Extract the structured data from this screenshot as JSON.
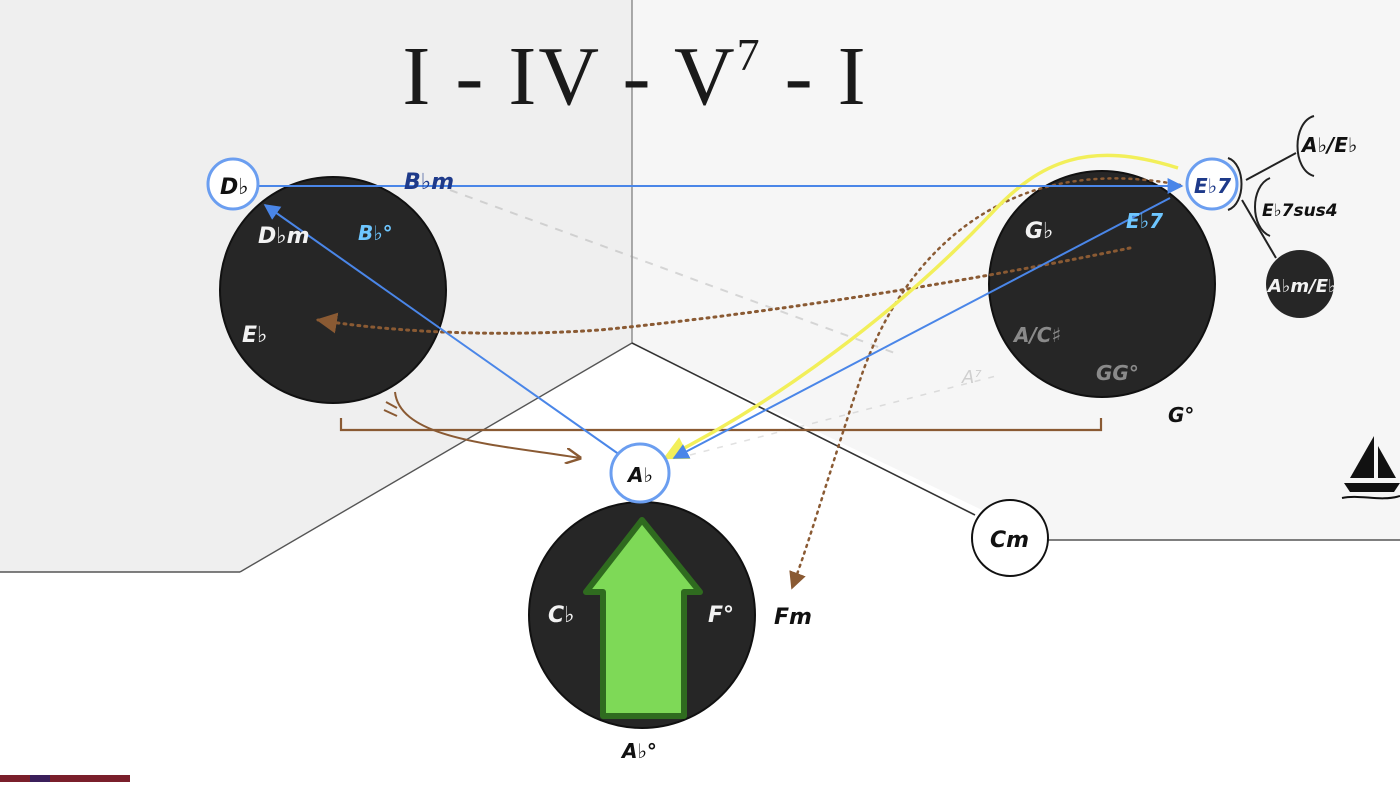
{
  "title": {
    "main": "I - IV - V",
    "sup": "7",
    "end": " - I"
  },
  "chords": {
    "top_left": "D♭",
    "d_minor_inner": "D♭m",
    "b_minor_top": "B♭m",
    "b_dim": "B♭°",
    "e_flat_left": "E♭",
    "e7_top": "E♭7",
    "g_flat": "G♭",
    "e7_inner": "E♭7",
    "a_c_sharp": "A/C♯",
    "gg_dim": "GG°",
    "g_dim": "G°",
    "a_over_e": "A♭/E♭",
    "e7sus4": "E♭7sus4",
    "am_over_e": "A♭m/E♭",
    "cm": "Cm",
    "a_flat": "A♭",
    "c_flat": "C♭",
    "f_dim": "F°",
    "fm": "Fm",
    "a_flat_dim": "A♭°",
    "faint_a7": "A⁷"
  },
  "colors": {
    "arrow_blue": "#4a86e8",
    "arrow_yellow": "#f2ef5a",
    "arrow_brown": "#8a5a33",
    "big_arrow_green": "#7ed957",
    "circle_fill": "#262626"
  },
  "icons": {
    "watermark": "sailboat-icon"
  }
}
